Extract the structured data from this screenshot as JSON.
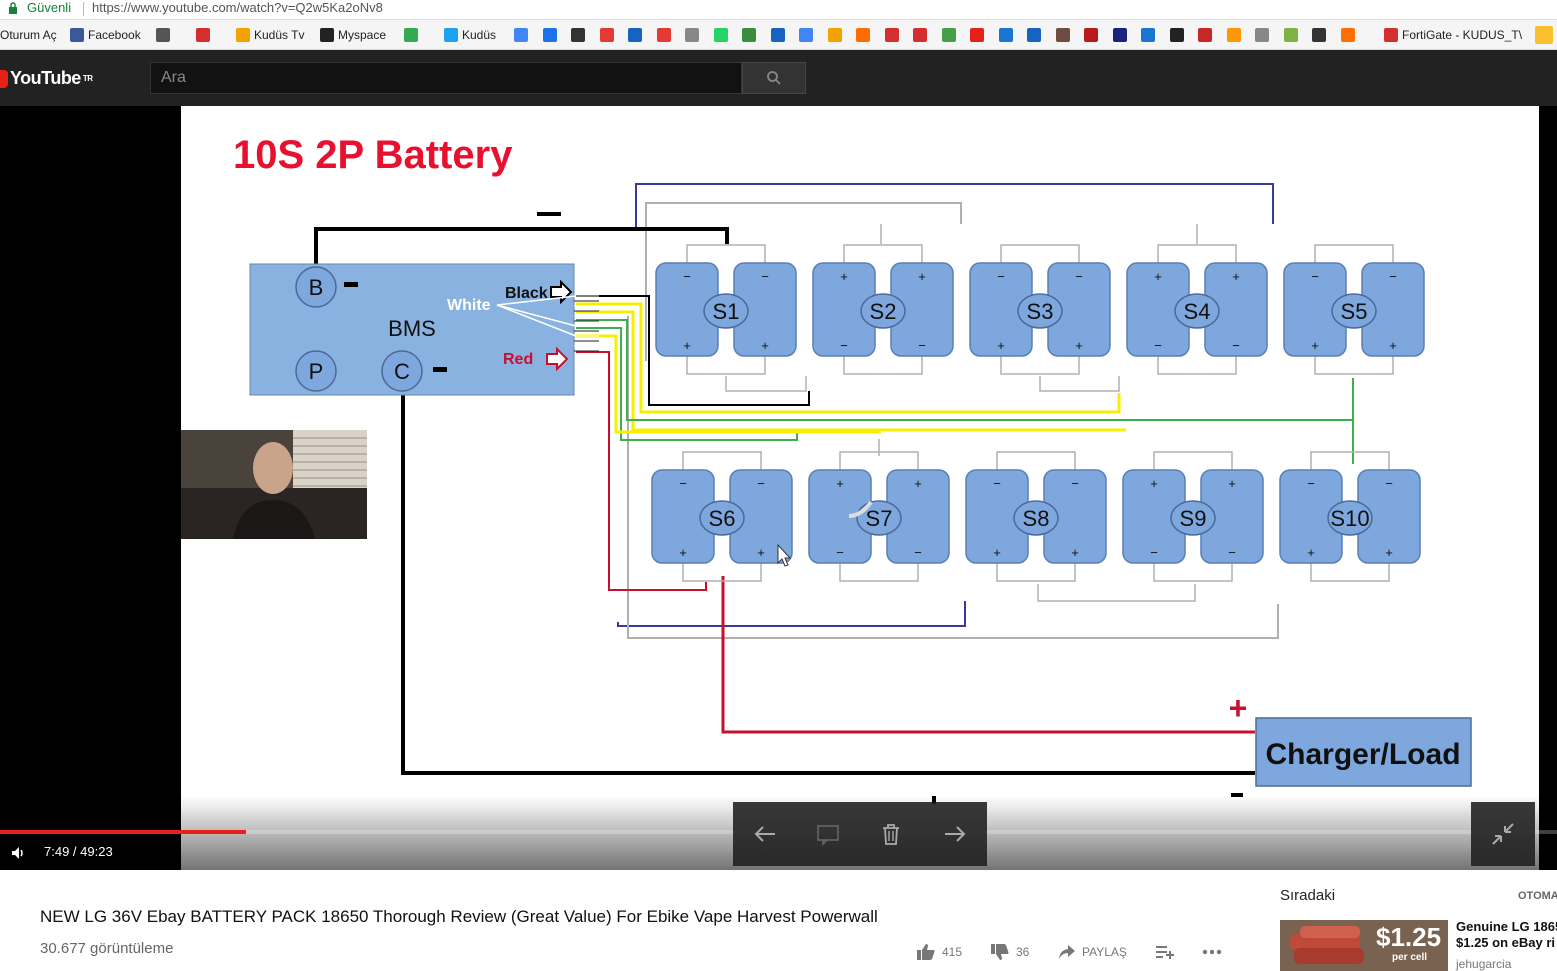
{
  "browser": {
    "secure_label": "Güvenli",
    "url": "https://www.youtube.com/watch?v=Q2w5Ka2oNv8",
    "bookmarks": [
      {
        "label": "Oturum Aç",
        "icon": "none",
        "color": ""
      },
      {
        "label": "Facebook",
        "icon": "facebook-icon",
        "color": "#3b5998"
      },
      {
        "label": "",
        "icon": "mail-icon",
        "color": "#555555"
      },
      {
        "label": "",
        "icon": "puzzle-icon",
        "color": "#d32f2f"
      },
      {
        "label": "Kudüs Tv",
        "icon": "play-circle-icon",
        "color": "#f4a000"
      },
      {
        "label": "Myspace",
        "icon": "people-icon",
        "color": "#222222"
      },
      {
        "label": "",
        "icon": "maps-icon",
        "color": "#34a853"
      },
      {
        "label": "Kudüs",
        "icon": "kudus-icon",
        "color": "#1da1f2"
      },
      {
        "label": "FortiGate - KUDUS_T\\",
        "icon": "fortigate-icon",
        "color": "#d32f2f"
      }
    ]
  },
  "youtube": {
    "logo_text": "YouTube",
    "logo_region": "TR",
    "search_placeholder": "Ara"
  },
  "slide": {
    "title": "10S 2P Battery",
    "bms_label": "BMS",
    "bms_pins": [
      "B",
      "P",
      "C"
    ],
    "wire_labels": {
      "black": "Black",
      "white": "White",
      "red": "Red"
    },
    "cells": [
      "S1",
      "S2",
      "S3",
      "S4",
      "S5",
      "S6",
      "S7",
      "S8",
      "S9",
      "S10"
    ],
    "load_label": "Charger/Load",
    "plus_sign": "+",
    "minus_sign": "−",
    "colors": {
      "title": "#e8102e",
      "cell": "#7ea7dd",
      "bms": "#8ab2e0",
      "wire_black": "#000000",
      "wire_red": "#c8102e",
      "wire_yellow": "#f5f000",
      "wire_green": "#3cb04a",
      "wire_purple": "#3a3a9a",
      "wire_gray": "#b0b0b0"
    }
  },
  "player": {
    "current_time": "7:49",
    "duration": "49:23",
    "time_display": "7:49 / 49:23",
    "progress_fraction": 0.158
  },
  "video": {
    "title": "NEW LG 36V Ebay BATTERY PACK 18650 Thorough Review (Great Value) For Ebike Vape Harvest Powerwall",
    "views": "30.677 görüntüleme",
    "likes": "415",
    "dislikes": "36",
    "share_label": "PAYLAŞ"
  },
  "sidebar": {
    "up_next_label": "Sıradaki",
    "autoplay_label": "OTOMA",
    "recommended": {
      "title_line1": "Genuine LG 1865",
      "title_line2": "$1.25 on eBay ri",
      "channel": "jehugarcia",
      "thumb_price": "$1.25",
      "thumb_sub": "per cell"
    }
  }
}
